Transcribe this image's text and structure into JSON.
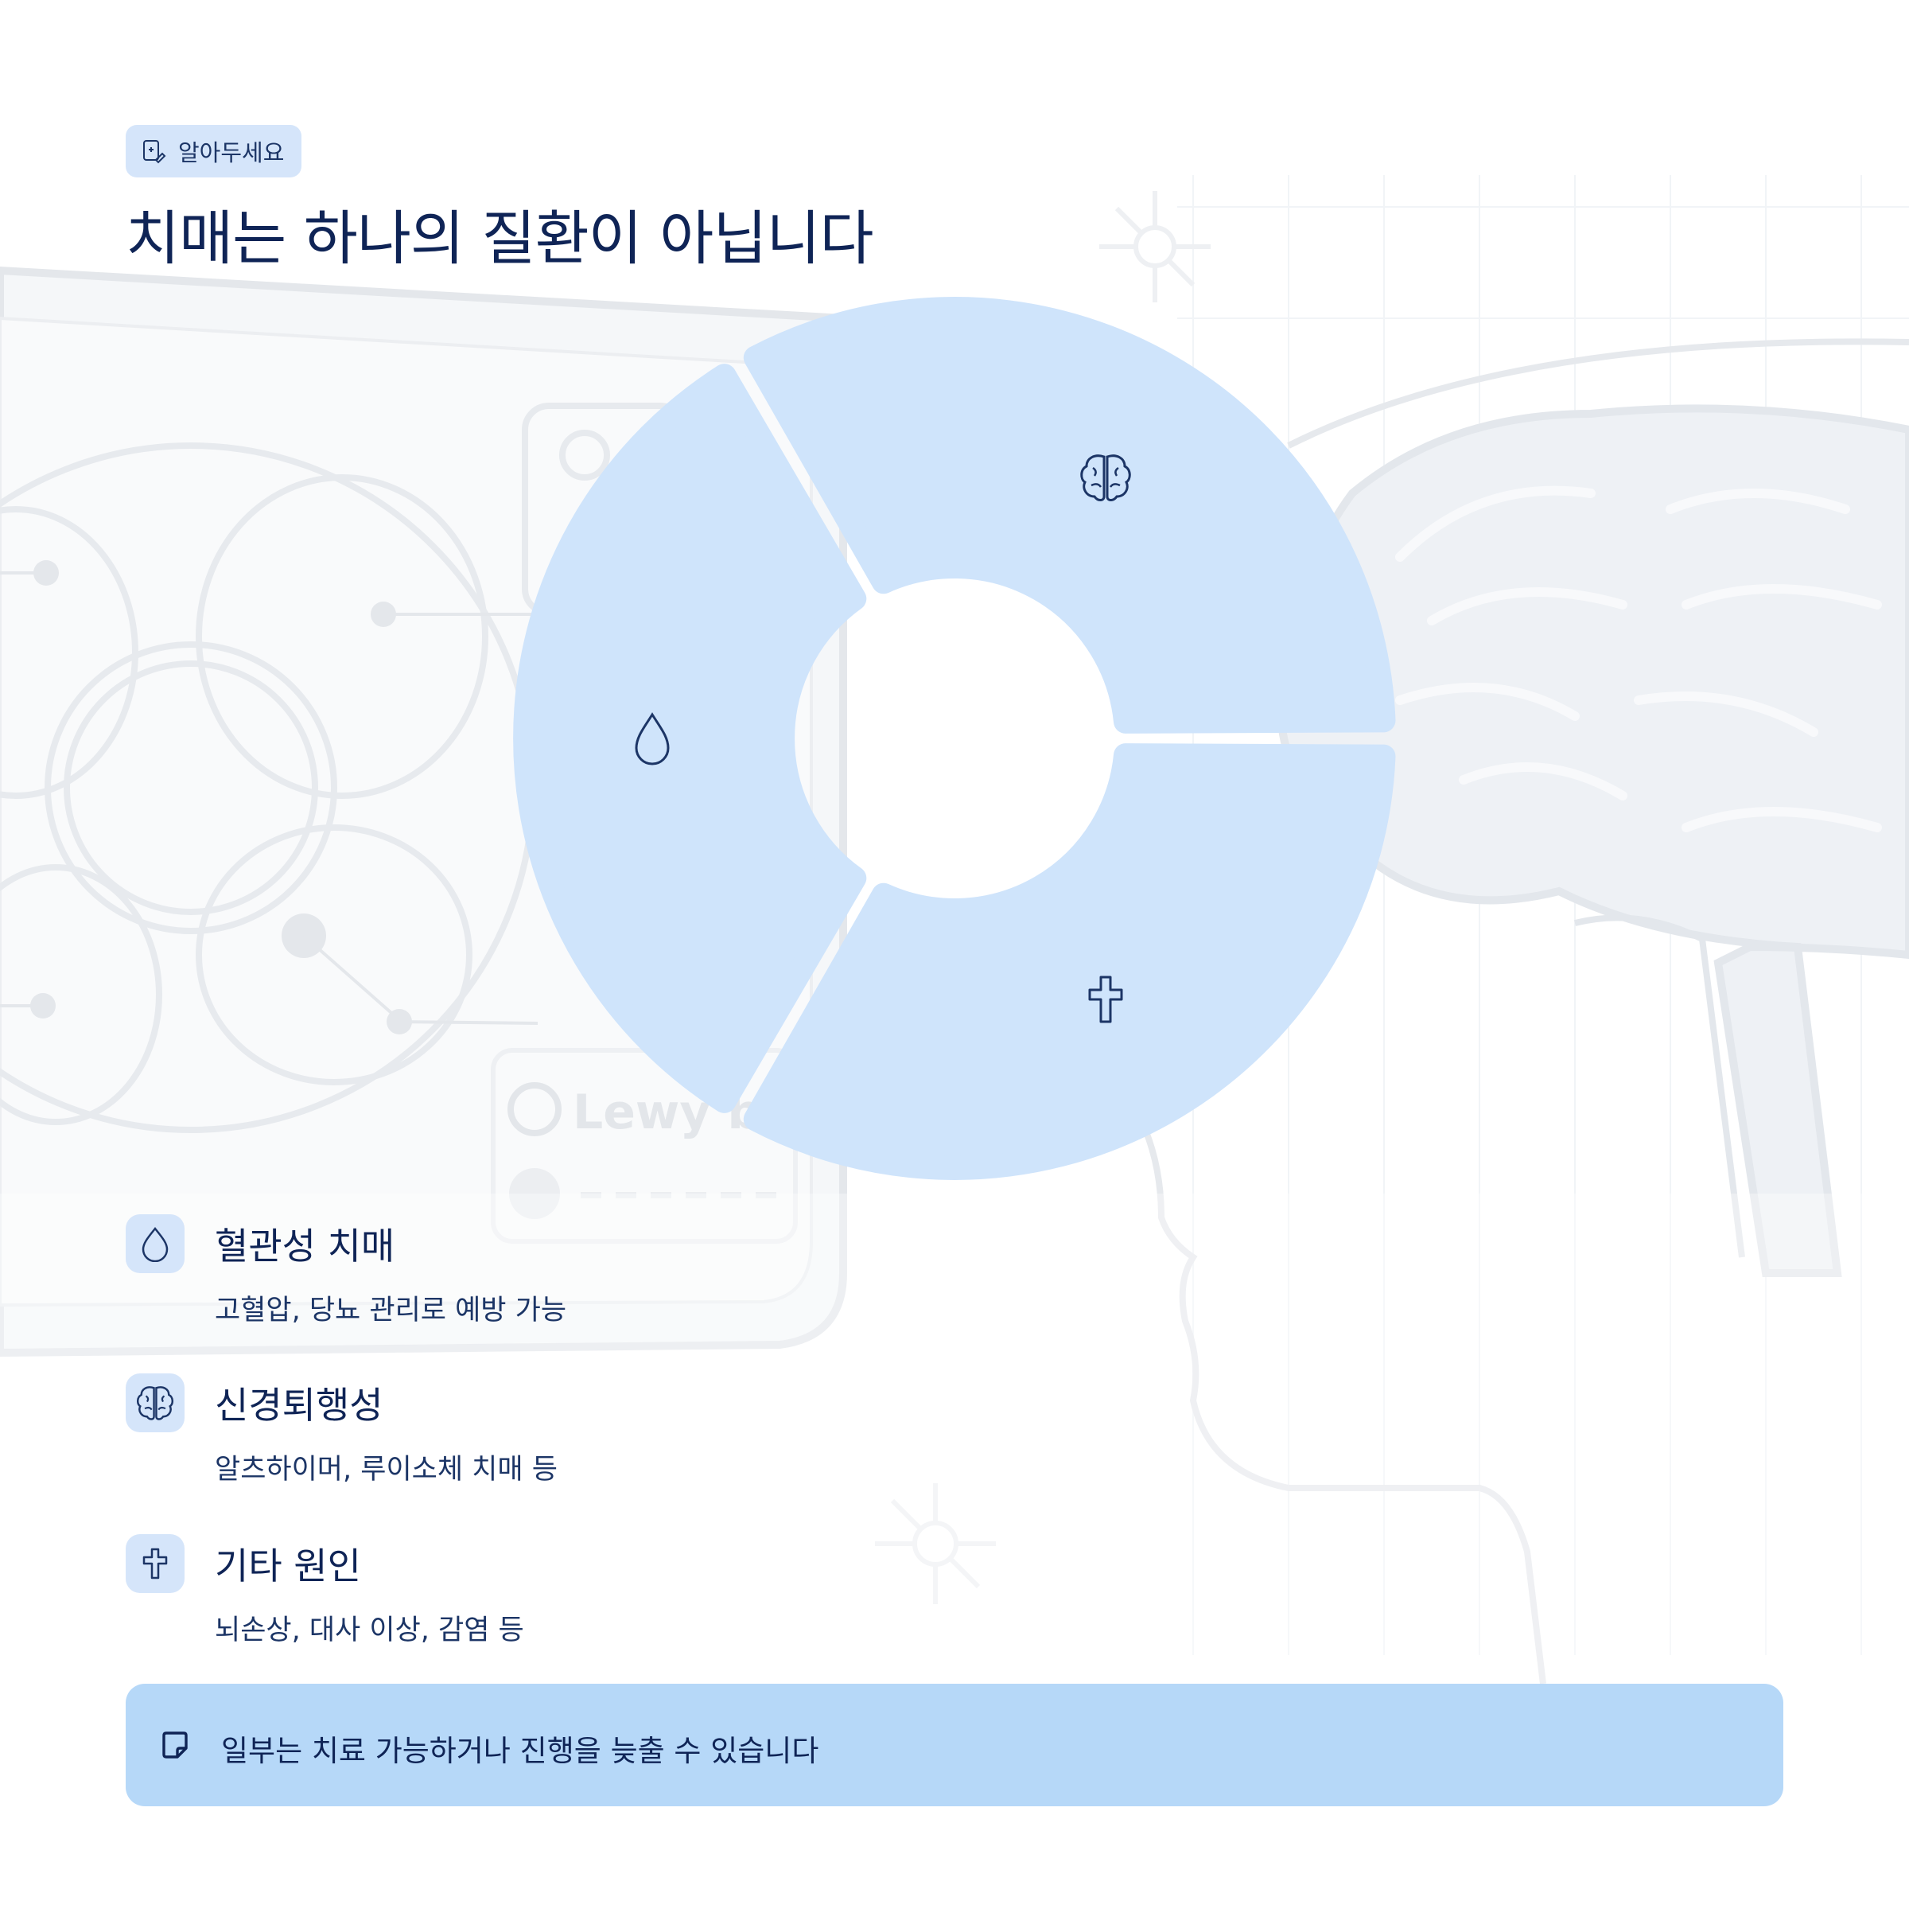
{
  "badge": {
    "label": "알아두세요",
    "icon": "medical-document-icon"
  },
  "title": "치매는 하나의 질환이 아닙니다",
  "background_label": "Lewy body",
  "colors": {
    "accent": "#cfe4fb",
    "badge_bg": "#d5e5fa",
    "note_bg": "#b6d8f8",
    "text": "#0f2456"
  },
  "diagram": {
    "segments": [
      {
        "name": "혈관성 치매",
        "icon": "droplet-icon"
      },
      {
        "name": "신경퇴행성",
        "icon": "brain-icon"
      },
      {
        "name": "기타 원인",
        "icon": "cross-icon"
      }
    ]
  },
  "items": [
    {
      "title": "혈관성 치매",
      "desc": "고혈압, 당뇨 관리로 예방 가능",
      "icon": "droplet-icon"
    },
    {
      "title": "신경퇴행성",
      "desc": "알츠하이머, 루이소체 치매 등",
      "icon": "brain-icon"
    },
    {
      "title": "기타 원인",
      "desc": "뇌손상, 대사 이상, 감염 등",
      "icon": "cross-icon"
    }
  ],
  "note": {
    "text": "일부는 치료 가능하거나 진행을 늦출 수 있습니다",
    "icon": "sticky-note-icon"
  }
}
